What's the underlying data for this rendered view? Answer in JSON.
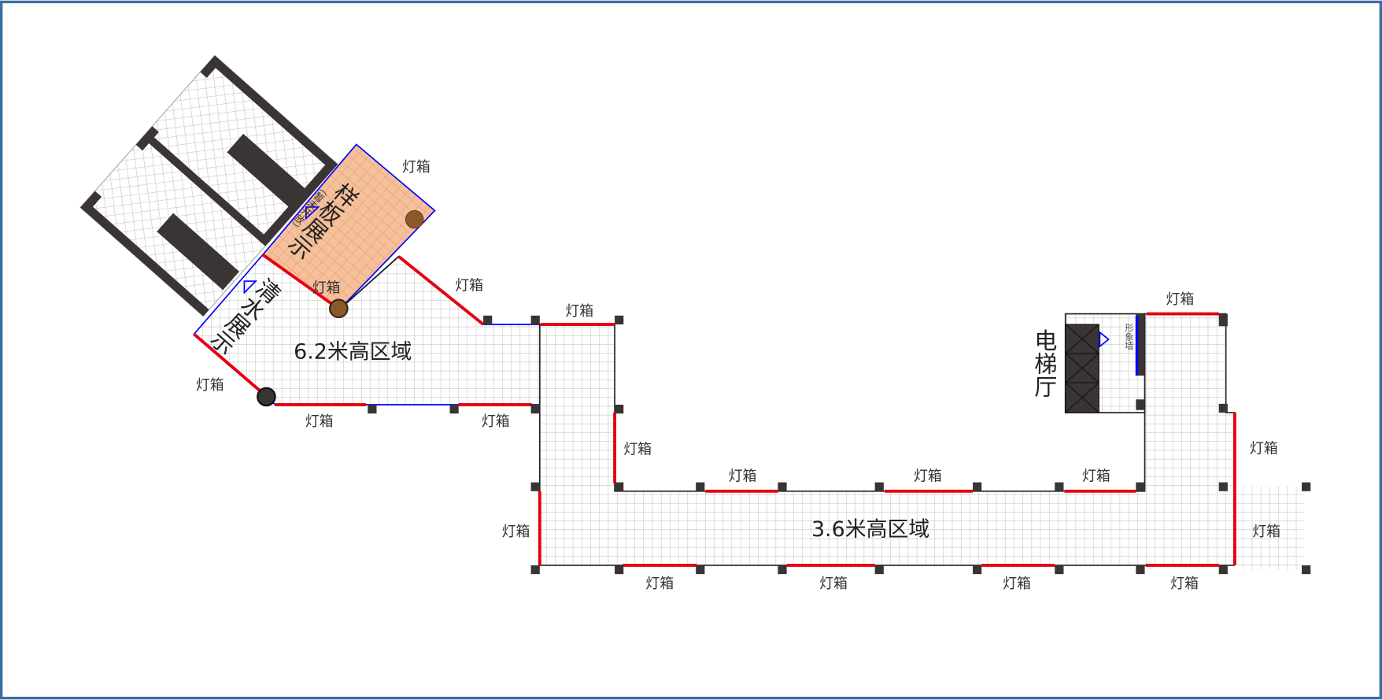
{
  "colors": {
    "frame": "#3b6ea5",
    "lightbox": "#e60012",
    "outline": "#0000ff",
    "wall": "#3a3434",
    "sample_area": "#f5c09a",
    "pillar": "#8b5a2b",
    "grid": "#c4c4c4"
  },
  "zones": {
    "zone_62": "6.2米高区域",
    "zone_36": "3.6米高区域",
    "sample_display": "样板展示",
    "sample_note": "（暂未开放）",
    "plain_display": "清水展示",
    "elevator_hall": "电梯厅",
    "image_wall": "形象墙"
  },
  "lightbox_label": "灯箱",
  "lightboxes": [
    "灯箱",
    "灯箱",
    "灯箱",
    "灯箱",
    "灯箱",
    "灯箱",
    "灯箱",
    "灯箱",
    "灯箱",
    "灯箱",
    "灯箱",
    "灯箱",
    "灯箱",
    "灯箱",
    "灯箱",
    "灯箱",
    "灯箱",
    "灯箱",
    "灯箱"
  ],
  "icons": {
    "entrance": "triangle-marker-icon",
    "column": "square-column-icon",
    "pillar": "round-pillar-icon"
  }
}
